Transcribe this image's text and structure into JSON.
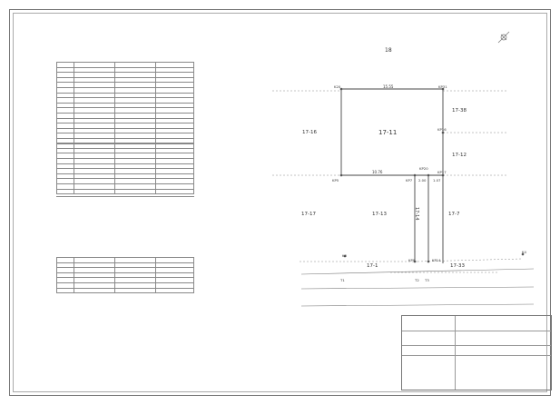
{
  "sheet_number": "18",
  "parcels": {
    "center": "17-11",
    "left": "17-16",
    "left_lower": "17-17",
    "mid_lower": "17-13",
    "mid_left": "17-14",
    "right_upper": "17-38",
    "right_mid": "17-12",
    "right_lower": "17-7",
    "bottom": "17-1",
    "bottom_right": "17-33"
  },
  "road_label": "",
  "point_labels": {
    "p_k20": "K20",
    "p_kp31": "KP31",
    "p_kp16": "KP16",
    "p_kp20": "KP20",
    "p_kp5": "KP5",
    "p_kp7": "KP7",
    "p_kp17": "KP17",
    "p_k3": "K3",
    "p_k4": "K4",
    "p_kp14": "KP14",
    "p_kp9": "KP9",
    "p_t1": "T1",
    "p_t2": "T2",
    "p_t3": "T3"
  },
  "dimension_labels": {
    "top_edge": "15.55",
    "mid_edge": "10.76",
    "small_a": "2.00",
    "small_b": "1.07"
  },
  "tables": {
    "area_title": "",
    "area_header": [
      "",
      "",
      "",
      ""
    ],
    "points_title": "",
    "points_header": [
      "",
      "",
      "",
      ""
    ]
  },
  "title_block": {
    "drawing_name_label": "",
    "drawing_name": "",
    "location_label": "",
    "location_value": "",
    "scale_label": "",
    "scale_value": "",
    "date_value": "",
    "author_label": "",
    "company_name": "",
    "company_lines": [
      "",
      ""
    ]
  }
}
